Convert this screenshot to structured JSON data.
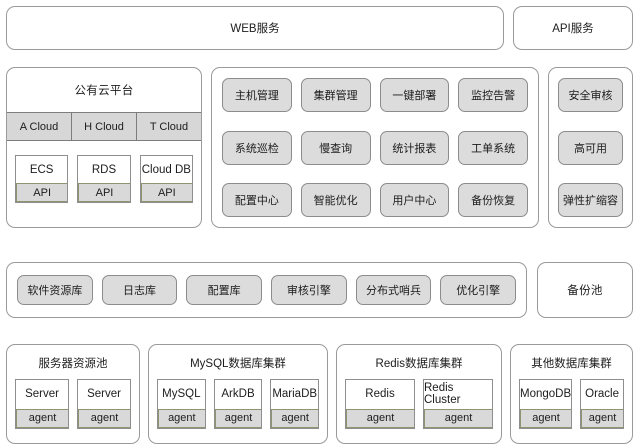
{
  "top_row": {
    "web_service": "WEB服务",
    "api_service": "API服务"
  },
  "cloud_panel": {
    "title": "公有云平台",
    "vendors": [
      {
        "label": "A Cloud"
      },
      {
        "label": "H Cloud"
      },
      {
        "label": "T Cloud"
      }
    ],
    "services": [
      {
        "name": "ECS",
        "api": "API"
      },
      {
        "name": "RDS",
        "api": "API"
      },
      {
        "name": "Cloud DB",
        "api": "API"
      }
    ]
  },
  "features_panel": {
    "rows": [
      [
        {
          "label": "主机管理"
        },
        {
          "label": "集群管理"
        },
        {
          "label": "一键部署"
        },
        {
          "label": "监控告警"
        }
      ],
      [
        {
          "label": "系统巡检"
        },
        {
          "label": "慢查询"
        },
        {
          "label": "统计报表"
        },
        {
          "label": "工单系统"
        }
      ],
      [
        {
          "label": "配置中心"
        },
        {
          "label": "智能优化"
        },
        {
          "label": "用户中心"
        },
        {
          "label": "备份恢复"
        }
      ]
    ]
  },
  "side_panel": {
    "items": [
      {
        "label": "安全审核"
      },
      {
        "label": "高可用"
      },
      {
        "label": "弹性扩缩容"
      }
    ]
  },
  "library_panel": {
    "items": [
      {
        "label": "软件资源库"
      },
      {
        "label": "日志库"
      },
      {
        "label": "配置库"
      },
      {
        "label": "审核引擎"
      },
      {
        "label": "分布式哨兵"
      },
      {
        "label": "优化引擎"
      }
    ]
  },
  "backup_pool": {
    "label": "备份池"
  },
  "clusters": [
    {
      "title": "服务器资源池",
      "nodes": [
        {
          "name": "Server",
          "agent": "agent"
        },
        {
          "name": "Server",
          "agent": "agent"
        }
      ]
    },
    {
      "title": "MySQL数据库集群",
      "nodes": [
        {
          "name": "MySQL",
          "agent": "agent"
        },
        {
          "name": "ArkDB",
          "agent": "agent"
        },
        {
          "name": "MariaDB",
          "agent": "agent"
        }
      ]
    },
    {
      "title": "Redis数据库集群",
      "nodes": [
        {
          "name": "Redis",
          "agent": "agent"
        },
        {
          "name": "Redis Cluster",
          "agent": "agent"
        }
      ]
    },
    {
      "title": "其他数据库集群",
      "nodes": [
        {
          "name": "MongoDB",
          "agent": "agent"
        },
        {
          "name": "Oracle",
          "agent": "agent"
        }
      ]
    }
  ],
  "colors": {
    "panel_border": "#9a9a9a",
    "chip_fill": "#dcdcdc",
    "chip_border": "#8c8c8c",
    "agent_fill": "#d9d9d9",
    "agent_border": "#8f9470",
    "background": "#ffffff"
  }
}
